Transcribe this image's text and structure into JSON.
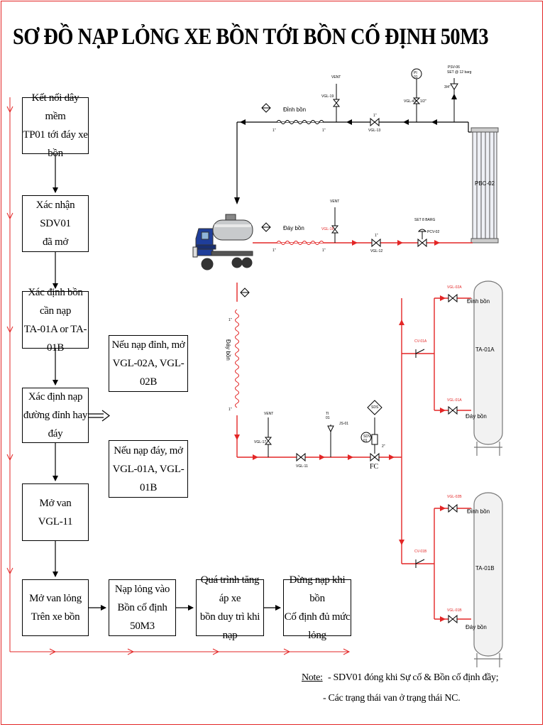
{
  "title": "SƠ ĐỒ NẠP LỎNG XE BỒN TỚI BỒN CỐ ĐỊNH 50M3",
  "flow_steps": [
    [
      "Kết nối dây mềm",
      "TP01 tới đáy xe bồn"
    ],
    [
      "Xác nhận SDV01",
      "đã mở"
    ],
    [
      "Xác định bồn cần nạp",
      "TA-01A or TA-01B"
    ],
    [
      "Xác định nạp",
      "đường đỉnh hay đáy"
    ],
    [
      "Mở van",
      "VGL-11"
    ],
    [
      "Mở van lỏng",
      "Trên xe bồn"
    ],
    [
      "Nạp lỏng vào",
      "Bồn cố định 50M3"
    ],
    [
      "Quá trình tăng áp xe",
      "bồn duy trì khi nạp"
    ],
    [
      "Dừng nạp khi bồn",
      "Cố định đủ mức lỏng"
    ]
  ],
  "branch_options": [
    [
      "Nếu nạp đỉnh, mở",
      "VGL-02A, VGL-02B"
    ],
    [
      "Nếu nạp đáy, mở",
      "VGL-01A, VGL-01B"
    ]
  ],
  "pid": {
    "hose_top": "Đỉnh bồn",
    "hose_mid": "Đáy bồn",
    "hose_vertical": "Đáy bồn",
    "vent": "VENT",
    "vgl19": "VGL-19",
    "vgl18": "VGL-18",
    "vgl13": "VGL-13",
    "vgl12": "VGL-12",
    "vgl17": "VGL-17",
    "vgl11": "VGL-11",
    "size_1in": "1\"",
    "size_half": "1/2\"",
    "size_34": "3/4\"",
    "size_2in": "2\"",
    "pi01": "PI\n01",
    "vgl41": "VGL-41",
    "psv06": "PSV-06",
    "psv_set": "SET @ 12 barg",
    "pcv_set": "SET 8 BARG",
    "pcv02": "PCV-02",
    "pbc02": "PBC-02",
    "sds": "SDS",
    "sdv01": "SDV\n01",
    "fc": "FC",
    "tank_a": "TA-01A",
    "tank_b": "TA-01B",
    "tank_top": "Đỉnh bồn",
    "tank_bottom": "Đáy bồn",
    "vgl02a": "VGL-02A",
    "vgl01a": "VGL-01A",
    "vgl02b": "VGL-02B",
    "vgl01b": "VGL-01B",
    "cv01a": "CV-01A",
    "cv01b": "CV-01B",
    "sensor_tag": "TI\n01",
    "sensor_tag2": "JS-01"
  },
  "note": {
    "label": "Note:",
    "line1": "- SDV01 đóng khi Sự cố & Bồn cố định đầy;",
    "line2": "- Các trạng thái van ở trạng thái NC."
  },
  "colors": {
    "accent": "#e32626",
    "line": "#000000"
  }
}
